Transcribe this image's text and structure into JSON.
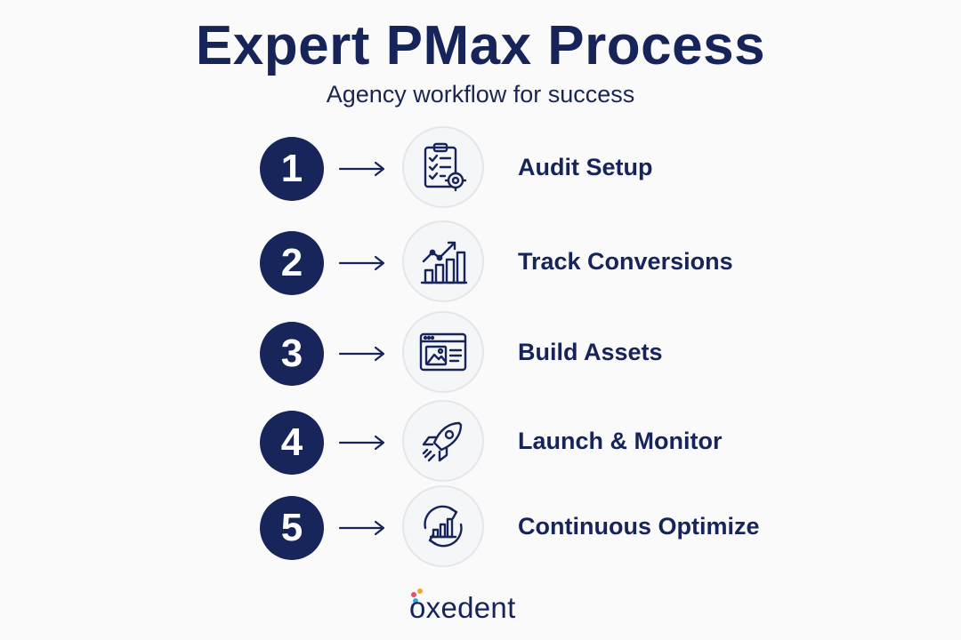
{
  "header": {
    "title": "Expert PMax Process",
    "subtitle": "Agency workflow for success"
  },
  "steps": [
    {
      "number": "1",
      "label": "Audit Setup",
      "icon": "clipboard-checklist-gear-icon"
    },
    {
      "number": "2",
      "label": "Track Conversions",
      "icon": "bar-chart-trend-icon"
    },
    {
      "number": "3",
      "label": "Build Assets",
      "icon": "browser-window-image-icon"
    },
    {
      "number": "4",
      "label": "Launch & Monitor",
      "icon": "rocket-icon"
    },
    {
      "number": "5",
      "label": "Continuous Optimize",
      "icon": "cycle-bar-chart-icon"
    }
  ],
  "logo": {
    "text": "oxedent",
    "dot_colors": [
      "#e84b6a",
      "#f5a623",
      "#3aa7e0"
    ]
  },
  "colors": {
    "navy": "#16245a",
    "background": "#fafafa"
  }
}
